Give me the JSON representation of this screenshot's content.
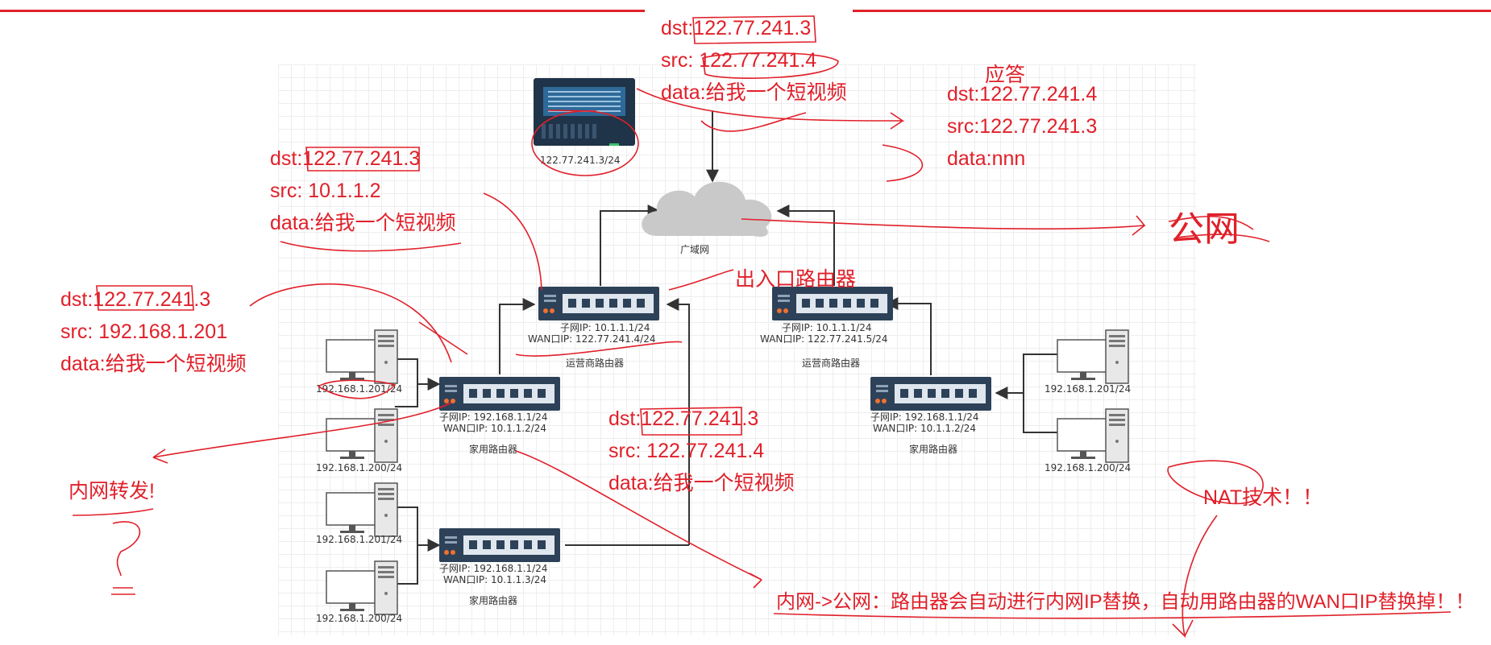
{
  "colors": {
    "annotation": "#e0202a",
    "device_body": "#2d4258",
    "device_panel": "#dfe6ee",
    "cloud": "#c9c9c9",
    "connector": "#333333"
  },
  "top": {
    "server_ip": "122.77.241.3/24",
    "cloud_label": "广域网"
  },
  "left_isp_router": {
    "name": "运营商路由器",
    "subnet": "子网IP:   10.1.1.1/24",
    "wan": "WAN口IP:  122.77.241.4/24"
  },
  "right_isp_router": {
    "name": "运营商路由器",
    "subnet": "子网IP:   10.1.1.1/24",
    "wan": "WAN口IP:  122.77.241.5/24"
  },
  "home_router_1": {
    "name": "家用路由器",
    "subnet": "子网IP:   192.168.1.1/24",
    "wan": "WAN口IP:  10.1.1.2/24",
    "pc_top": "192.168.1.201/24",
    "pc_bottom": "192.168.1.200/24"
  },
  "home_router_2": {
    "name": "家用路由器",
    "subnet": "子网IP:   192.168.1.1/24",
    "wan": "WAN口IP:  10.1.1.3/24",
    "pc_top": "192.168.1.201/24",
    "pc_bottom": "192.168.1.200/24"
  },
  "home_router_right": {
    "name": "家用路由器",
    "subnet": "子网IP:   192.168.1.1/24",
    "wan": "WAN口IP:  10.1.1.2/24",
    "pc_top": "192.168.1.201/24",
    "pc_bottom": "192.168.1.200/24"
  },
  "annotations": {
    "packet_top": {
      "dst": "dst:122.77.241.3",
      "src": "src:  122.77.241.4",
      "data": "data:给我一个短视频"
    },
    "response": {
      "title": "应答",
      "dst": "dst:122.77.241.4",
      "src": "src:122.77.241.3",
      "data": "data:nnn"
    },
    "packet_mid": {
      "dst": "dst:122.77.241.3",
      "src": "src:  10.1.1.2",
      "data": "data:给我一个短视频"
    },
    "packet_left": {
      "dst": "dst:122.77.241.3",
      "src": "src: 192.168.1.201",
      "data": "data:给我一个短视频"
    },
    "packet_center": {
      "dst": "dst:122.77.241.3",
      "src": "src:  122.77.241.4",
      "data": "data:给我一个短视频"
    },
    "exit_router": "出入口路由器",
    "intranet_forward": "内网转发!",
    "nat": "NAT技术！！",
    "public_net": "公网",
    "conclusion": "内网->公网：路由器会自动进行内网IP替换，自动用路由器的WAN口IP替换掉！！"
  }
}
